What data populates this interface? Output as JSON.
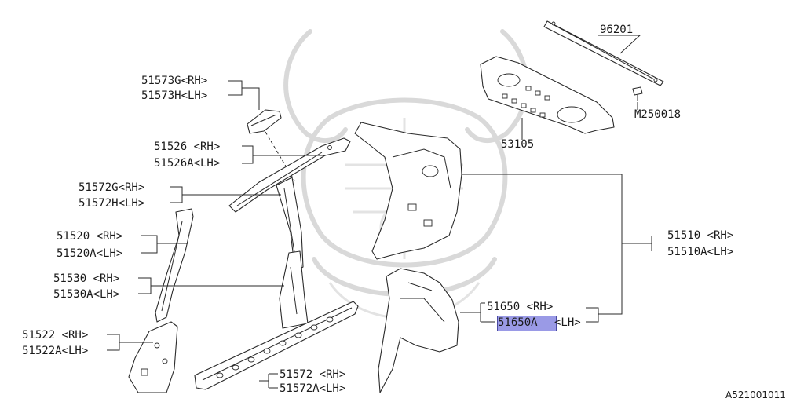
{
  "drawing_id": "A521001011",
  "highlight_color": "#9a9ae6",
  "labels": {
    "p96201": "96201",
    "m250018": "M250018",
    "p53105": "53105",
    "p51573g": "51573G<RH>",
    "p51573h": "51573H<LH>",
    "p51526": "51526 <RH>",
    "p51526a": "51526A<LH>",
    "p51572g": "51572G<RH>",
    "p51572h": "51572H<LH>",
    "p51520": "51520 <RH>",
    "p51520a": "51520A<LH>",
    "p51530": "51530 <RH>",
    "p51530a": "51530A<LH>",
    "p51522": "51522 <RH>",
    "p51522a": "51522A<LH>",
    "p51572": "51572 <RH>",
    "p51572a": "51572A<LH>",
    "p51510": "51510 <RH>",
    "p51510a": "51510A<LH>",
    "p51650": "51650 <RH>",
    "p51650a_code": "51650A",
    "p51650a_side": "<LH>"
  }
}
